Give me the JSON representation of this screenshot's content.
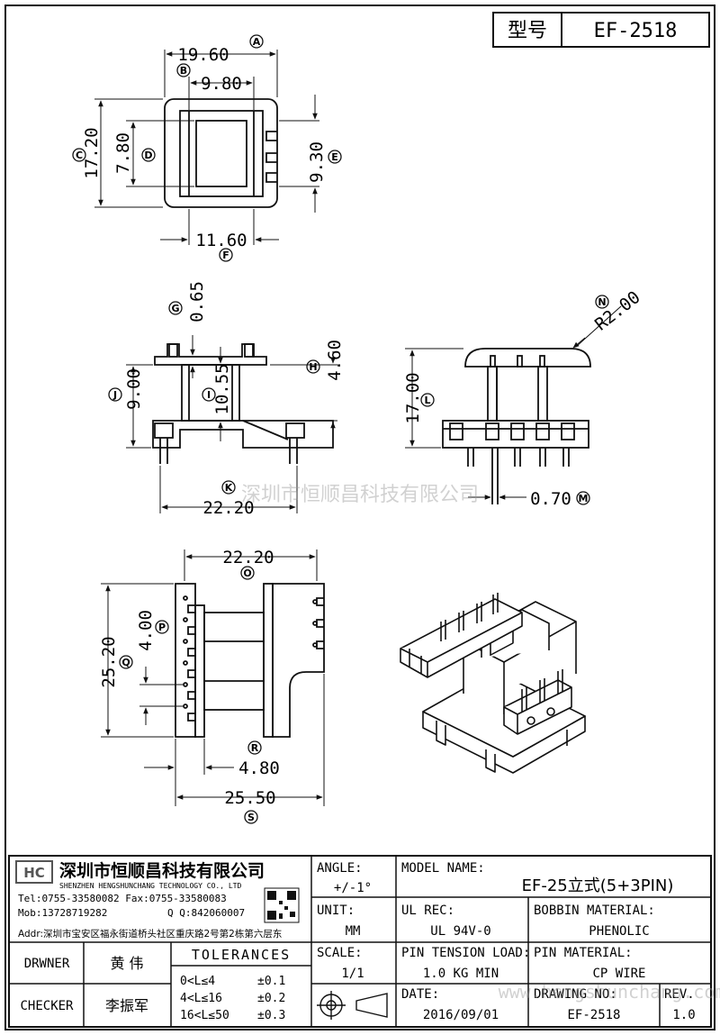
{
  "header": {
    "label": "型号",
    "model": "EF-2518"
  },
  "dimensions": {
    "top_width": "19.60",
    "inner_width": "9.80",
    "height_total": "17.20",
    "inner_height": "7.80",
    "slot_height": "9.30",
    "base_width": "11.60",
    "flange_thick": "0.65",
    "flange_height": "4.60",
    "side_height": "9.00",
    "core_height": "10.55",
    "pin_span": "22.20",
    "radius": "R2.00",
    "total_height": "17.00",
    "pin_dia": "0.70",
    "bottom_width": "22.20",
    "pin_pitch": "4.00",
    "bottom_height": "25.20",
    "gap": "4.80",
    "overall_width": "25.50"
  },
  "callouts": [
    "A",
    "B",
    "C",
    "D",
    "E",
    "F",
    "G",
    "H",
    "I",
    "J",
    "K",
    "L",
    "M",
    "N",
    "O",
    "P",
    "Q",
    "R",
    "S"
  ],
  "watermark_text": "深圳市恒顺昌科技有限公司",
  "watermark_url": "www.hengshunchang.com",
  "company": {
    "name": "深圳市恒顺昌科技有限公司",
    "name_en": "SHENZHEN HENGSHUNCHANG TECHNOLOGY CO., LTD",
    "tel": "Tel:0755-33580082 Fax:0755-33580083",
    "mob": "Mob:13728719282",
    "qq": "Q Q:842060007",
    "addr": "Addr:深圳市宝安区福永街道桥头社区重庆路2号第2栋第六层东"
  },
  "title_block": {
    "angle_label": "ANGLE:",
    "angle_value": "+/-1°",
    "model_name_label": "MODEL NAME:",
    "model_name_value": "EF-25立式(5+3PIN)",
    "unit_label": "UNIT:",
    "unit_value": "MM",
    "ul_rec_label": "UL REC:",
    "ul_rec_value": "UL 94V-0",
    "bobbin_material_label": "BOBBIN MATERIAL:",
    "bobbin_material_value": "PHENOLIC",
    "drawer_label": "DRWNER",
    "drawer_value": "黄 伟",
    "tolerances_label": "TOLERANCES",
    "tol1": "0<L≤4",
    "tol1v": "±0.1",
    "tol2": "4<L≤16",
    "tol2v": "±0.2",
    "tol3": "16<L≤50",
    "tol3v": "±0.3",
    "scale_label": "SCALE:",
    "scale_value": "1/1",
    "pin_tension_label": "PIN TENSION LOAD:",
    "pin_tension_value": "1.0 KG MIN",
    "pin_material_label": "PIN MATERIAL:",
    "pin_material_value": "CP WIRE",
    "checker_label": "CHECKER",
    "checker_value": "李振军",
    "date_label": "DATE:",
    "date_value": "2016/09/01",
    "drawing_no_label": "DRAWING NO:",
    "drawing_no_value": "EF-2518",
    "rev_label": "REV.",
    "rev_value": "1.0"
  }
}
